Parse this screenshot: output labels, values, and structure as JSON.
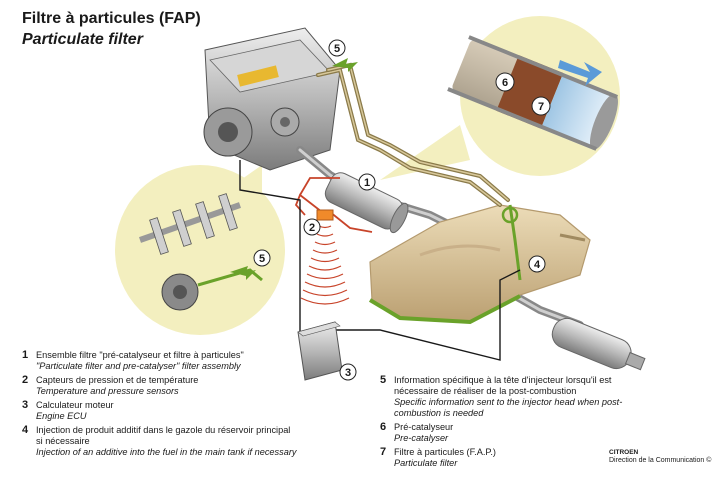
{
  "title": "Filtre à particules (FAP)",
  "subtitle": "Particulate filter",
  "callouts": [
    "1",
    "2",
    "3",
    "4",
    "5",
    "6",
    "7"
  ],
  "legend": [
    {
      "num": "1",
      "fr": "Ensemble filtre \"pré-catalyseur et filtre à particules\"",
      "en": "\"Particulate filter and pre-catalyser\" filter assembly"
    },
    {
      "num": "2",
      "fr": "Capteurs de pression et de température",
      "en": "Temperature and pressure sensors"
    },
    {
      "num": "3",
      "fr": "Calculateur moteur",
      "en": "Engine ECU"
    },
    {
      "num": "4",
      "fr": "Injection de produit additif dans le gazole du réservoir principal si nécessaire",
      "en": "Injection of an additive into the fuel in the main tank if necessary"
    },
    {
      "num": "5",
      "fr": "Information spécifique à la tête d'injecteur lorsqu'il est nécessaire de réaliser de la post-combustion",
      "en": "Specific information sent to the injector head when post-combustion is needed"
    },
    {
      "num": "6",
      "fr": "Pré-catalyseur",
      "en": "Pre-catalyser"
    },
    {
      "num": "7",
      "fr": "Filtre à particules (F.A.P.)",
      "en": "Particulate filter"
    }
  ],
  "brand": {
    "name": "CITROEN",
    "dept": "Direction de la Communication ©"
  },
  "colors": {
    "tank": "#d9c29a",
    "tank_edge": "#b49a6e",
    "pipe_green": "#6aa22a",
    "wire_red": "#c8442a",
    "sensor_orange": "#f08a2a",
    "filter_blue": "#bcd8ec",
    "soot_brown": "#8a4a2a",
    "bubble": "#f3efbf",
    "arrow_blue": "#5a9ad8"
  }
}
